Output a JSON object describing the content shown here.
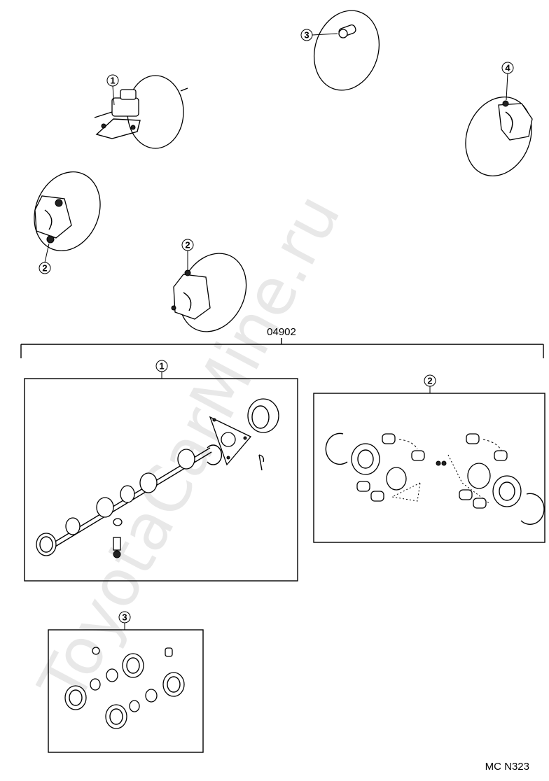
{
  "diagram": {
    "group_code": "04902",
    "footer_code": "MC N323",
    "watermark": "ToyotaCarMine.ru",
    "callouts": {
      "one": "1",
      "two": "2",
      "three": "3",
      "four": "4"
    }
  }
}
